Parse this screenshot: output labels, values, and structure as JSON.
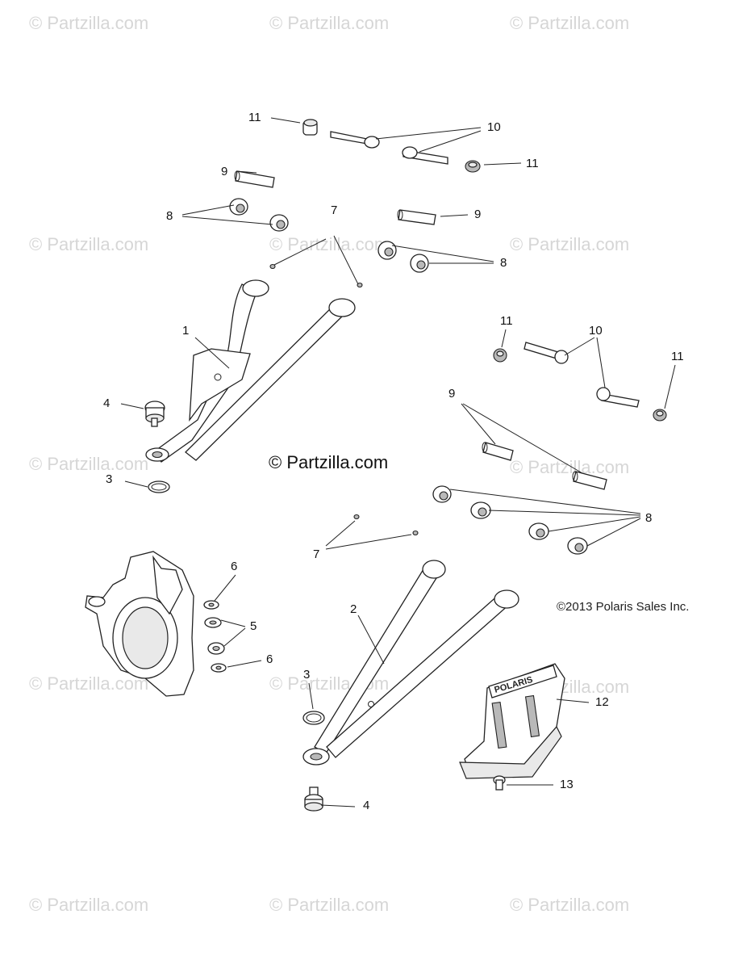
{
  "watermark": "© Partzilla.com",
  "center_watermark": "© Partzilla.com",
  "copyright": "©2013 Polaris Sales Inc.",
  "skid_plate_logo": "POLARIS",
  "callouts": {
    "c1": "1",
    "c2": "2",
    "c3a": "3",
    "c3b": "3",
    "c4a": "4",
    "c4b": "4",
    "c5": "5",
    "c6a": "6",
    "c6b": "6",
    "c7a": "7",
    "c7b": "7",
    "c8a": "8",
    "c8b": "8",
    "c8c": "8",
    "c9a": "9",
    "c9b": "9",
    "c9c": "9",
    "c10a": "10",
    "c10b": "10",
    "c11a": "11",
    "c11b": "11",
    "c11c": "11",
    "c11d": "11",
    "c12": "12",
    "c13": "13"
  }
}
